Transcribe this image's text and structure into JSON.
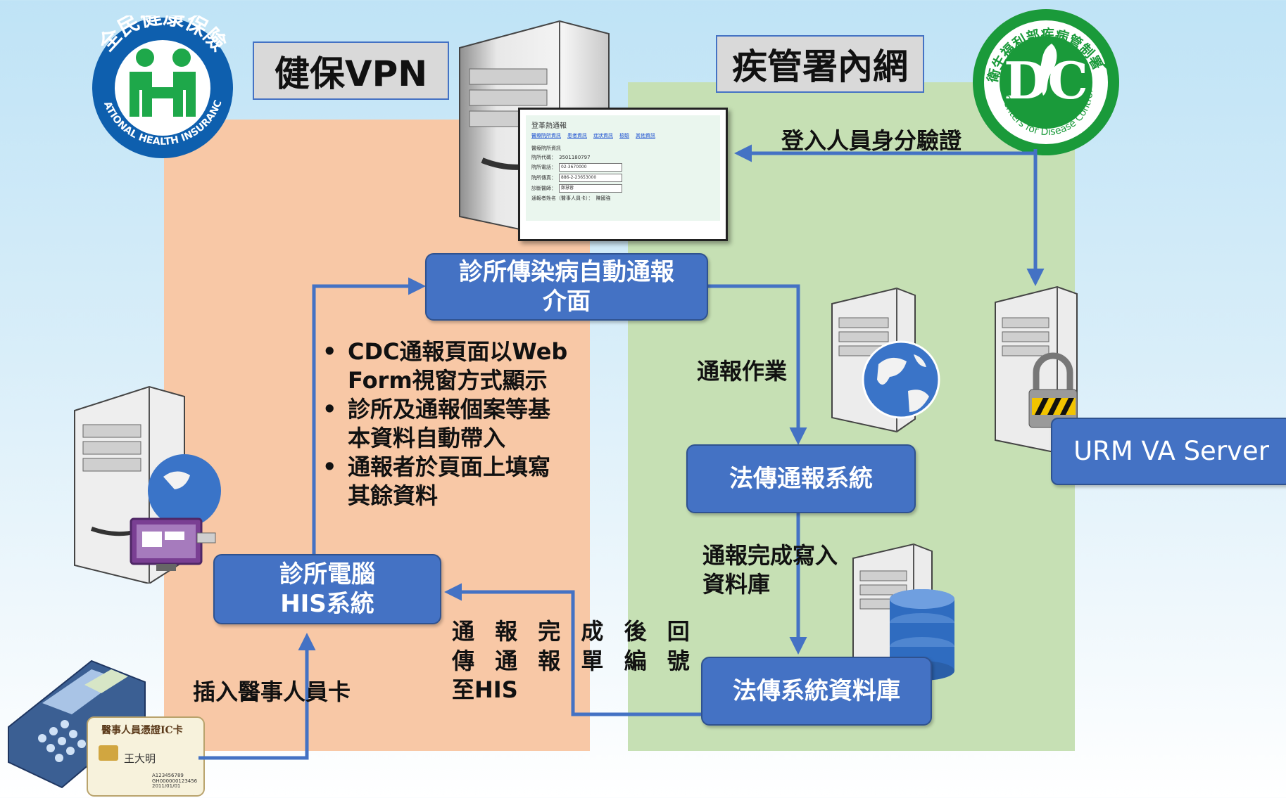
{
  "zones": {
    "vpn_label": "健保VPN",
    "cdc_label": "疾管署內網"
  },
  "logos": {
    "nhi_text": "全民健康保險",
    "nhi_en": "NATIONAL HEALTH INSURANCE",
    "cdc_text": "衛生福利部疾病管制署",
    "cdc_en": "Centers for Disease Control"
  },
  "nodes": {
    "interface": [
      "診所傳染病自動通報",
      "介面"
    ],
    "his": [
      "診所電腦",
      "HIS系統"
    ],
    "report_system": "法傳通報系統",
    "database": "法傳系統資料庫",
    "urm": "URM VA Server"
  },
  "labels": {
    "login_verify": "登入人員身分驗證",
    "report_op": "通報作業",
    "write_db": [
      "通報完成寫入",
      "資料庫"
    ],
    "return_no": [
      "通 報 完 成 後 回",
      "傳 通 報 單 編 號",
      "至HIS"
    ],
    "insert_card": "插入醫事人員卡"
  },
  "bullets": [
    [
      "CDC通報頁面以Web",
      "Form視窗方式顯示"
    ],
    [
      "診所及通報個案等基",
      "本資料自動帶入"
    ],
    [
      "通報者於頁面上填寫",
      "其餘資料"
    ]
  ],
  "form_window": {
    "title": "登革熱通報",
    "links": [
      "醫療院所資訊",
      "患者資訊",
      "症狀資訊",
      "檢驗",
      "其他資訊"
    ],
    "section": "醫療院所資訊",
    "rows": [
      {
        "label": "院所代碼：",
        "value": "3501180797",
        "input": false
      },
      {
        "label": "院所電話：",
        "value": "02-3670000",
        "input": true
      },
      {
        "label": "院所傳真：",
        "value": "886-2-23653000",
        "input": true
      },
      {
        "label": "診斷醫師：",
        "value": "鄭慧蓉",
        "input": true
      },
      {
        "label": "通報者姓名（醫事人員卡）：",
        "value": "陳國強",
        "input": false
      }
    ]
  },
  "card": {
    "title": "醫事人員憑證IC卡",
    "name": "王大明",
    "numbers": [
      "A123456789",
      "GH000000123456",
      "2011/01/01"
    ]
  },
  "colors": {
    "vpn_zone": "#f8c8a6",
    "cdc_zone": "#c6e0b4",
    "node_fill": "#4472c4",
    "arrow": "#4472c4",
    "nhi_green": "#1ea84a",
    "nhi_blue": "#0e5fae",
    "cdc_green": "#1a9a3a"
  }
}
